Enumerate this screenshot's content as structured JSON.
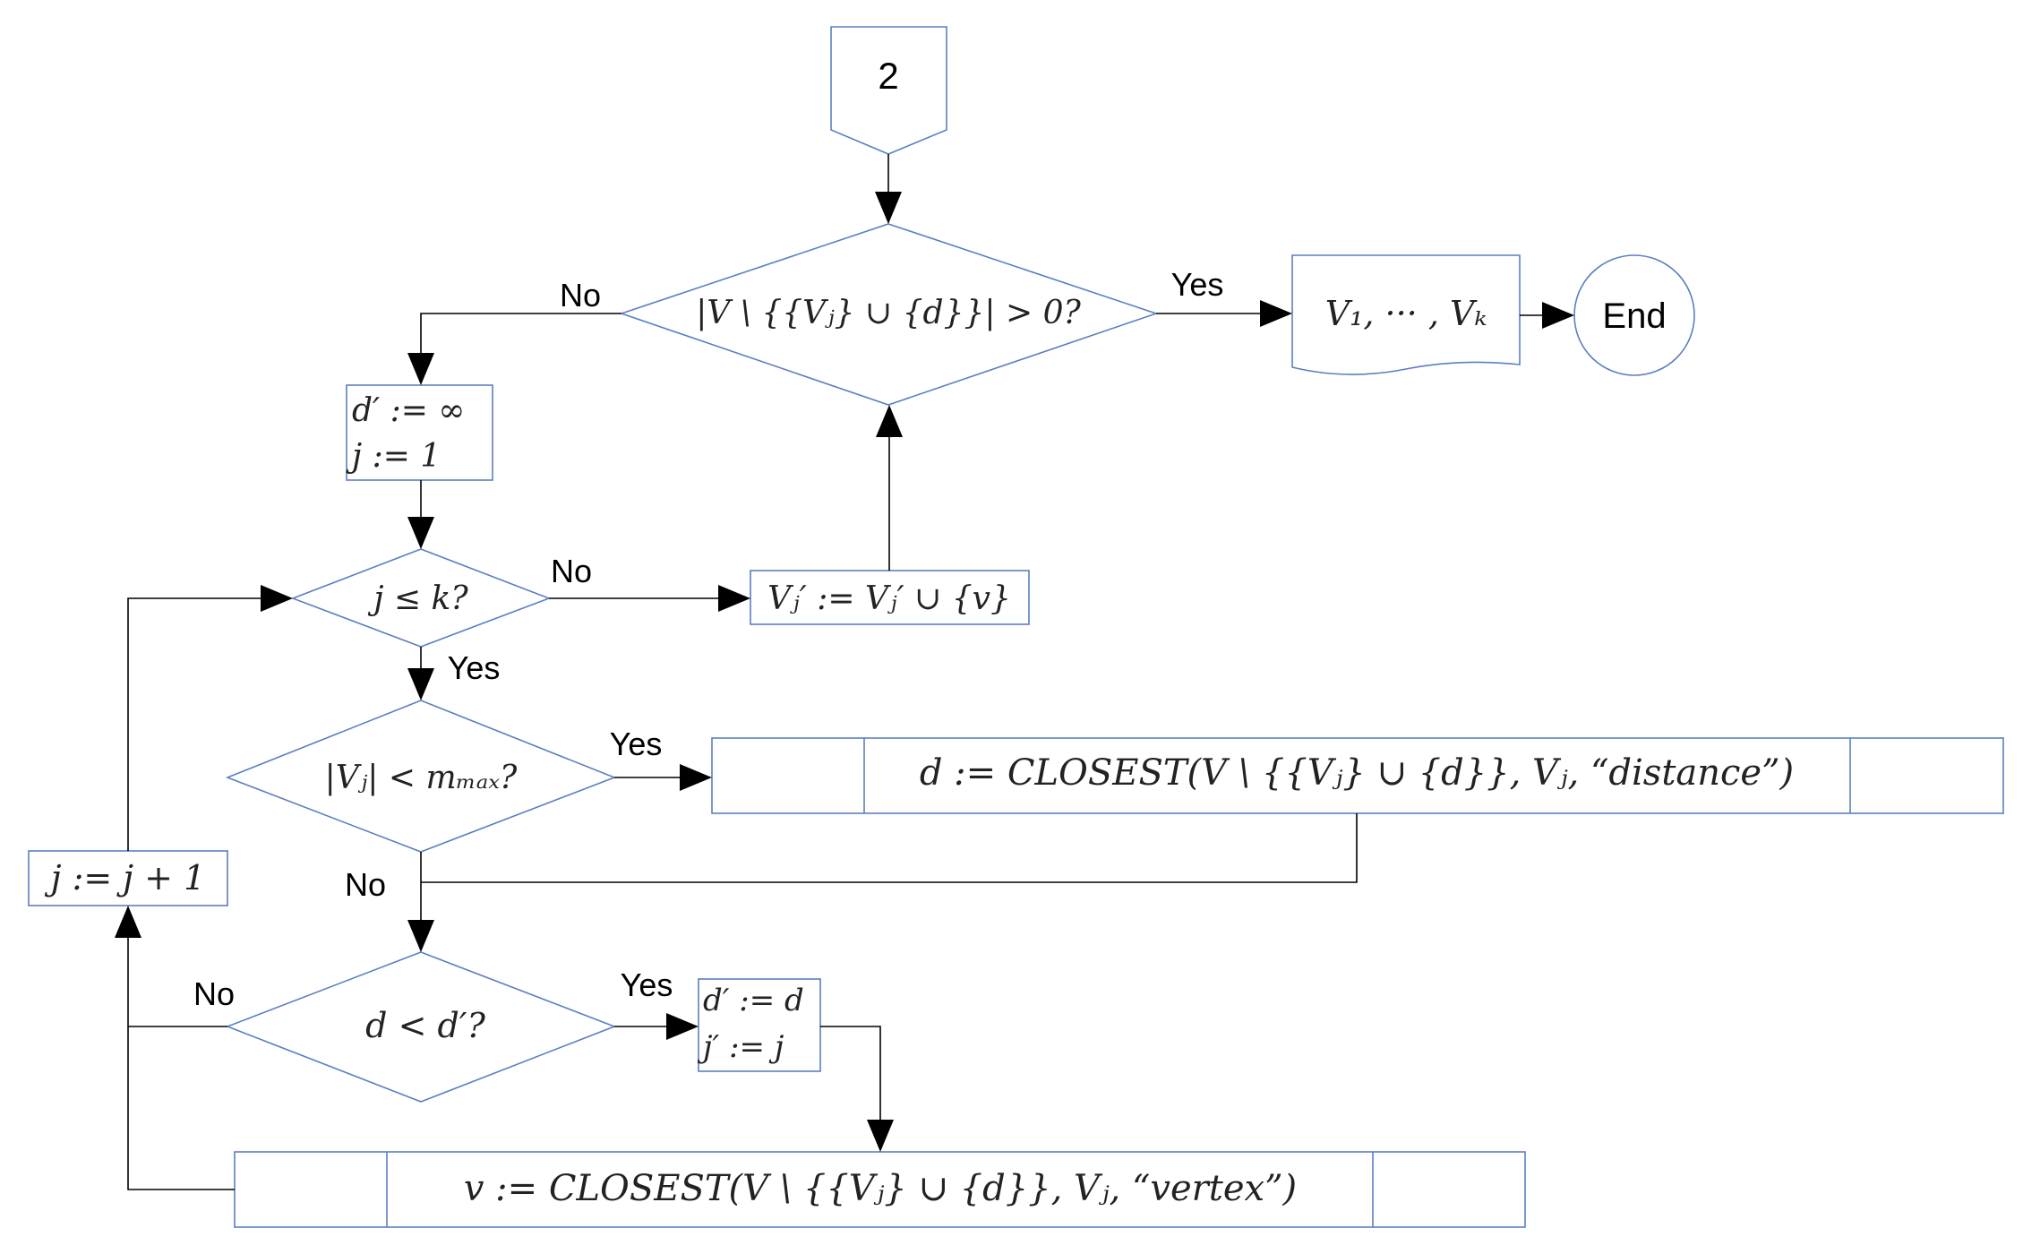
{
  "nodes": {
    "offpage_ref": "2",
    "cond_remaining": "|V \\ {{Vⱼ} ∪ {d}}| > 0?",
    "output_sets": "V₁, ··· , Vₖ",
    "end": "End",
    "init_line1": "d′ := ∞",
    "init_line2": "j := 1",
    "cond_j_le_k": "j ≤ k?",
    "assign_vertex": "Vⱼ′ := Vⱼ′ ∪ {v}",
    "cond_size": "|Vⱼ| < mₘₐₓ?",
    "closest_distance": "d := CLOSEST(V \\ {{Vⱼ} ∪ {d}}, Vⱼ, “distance”)",
    "increment_j": "j := j + 1",
    "cond_d_lt": "d < d′?",
    "update_line1": "d′ := d",
    "update_line2": "j′ := j",
    "closest_vertex": "v := CLOSEST(V \\ {{Vⱼ} ∪ {d}}, Vⱼ, “vertex”)"
  },
  "edge_labels": {
    "remaining_no": "No",
    "remaining_yes": "Yes",
    "j_le_k_no": "No",
    "j_le_k_yes": "Yes",
    "size_yes": "Yes",
    "size_no": "No",
    "d_lt_no": "No",
    "d_lt_yes": "Yes"
  },
  "colors": {
    "shape_stroke": "#5b7fc0",
    "edge": "#000000"
  }
}
